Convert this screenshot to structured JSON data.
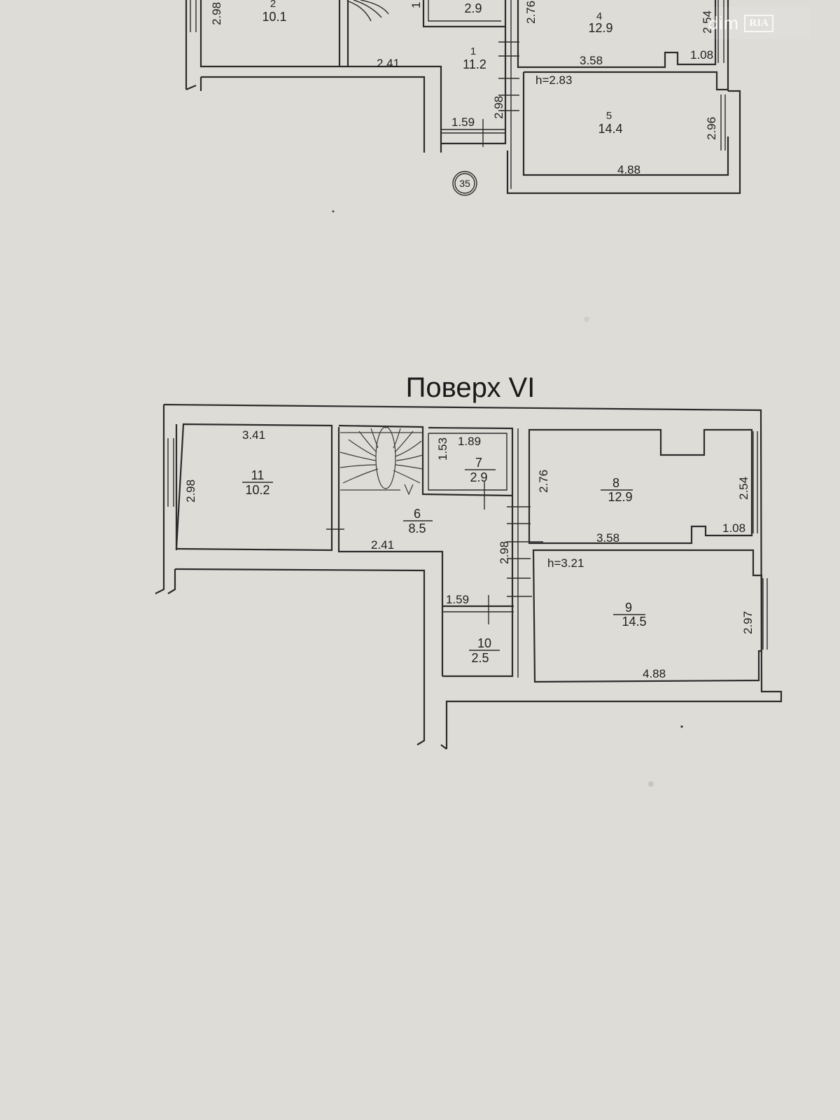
{
  "watermark": {
    "brand": "dim",
    "mark": "RIA"
  },
  "upper_floor": {
    "badge": "35",
    "height": "h=2.83",
    "rooms": [
      {
        "num": "2",
        "area": "10.1"
      },
      {
        "num": "",
        "area": "2.9"
      },
      {
        "num": "1",
        "area": "11.2"
      },
      {
        "num": "4",
        "area": "12.9"
      },
      {
        "num": "5",
        "area": "14.4"
      }
    ],
    "dims": [
      "2.98",
      "2.41",
      "1.59",
      "2.98",
      "2.76",
      "3.58",
      "1.08",
      "2.54",
      "2.96",
      "4.88",
      "1"
    ]
  },
  "lower_floor": {
    "title": "Поверх VI",
    "height": "h=3.21",
    "rooms": [
      {
        "num": "11",
        "area": "10.2"
      },
      {
        "num": "7",
        "area": "2.9"
      },
      {
        "num": "6",
        "area": "8.5"
      },
      {
        "num": "8",
        "area": "12.9"
      },
      {
        "num": "9",
        "area": "14.5"
      },
      {
        "num": "10",
        "area": "2.5"
      }
    ],
    "dims": [
      "3.41",
      "2.98",
      "1.53",
      "1.89",
      "2.76",
      "2.54",
      "2.41",
      "2.98",
      "3.58",
      "1.08",
      "1.59",
      "2.97",
      "4.88"
    ]
  }
}
